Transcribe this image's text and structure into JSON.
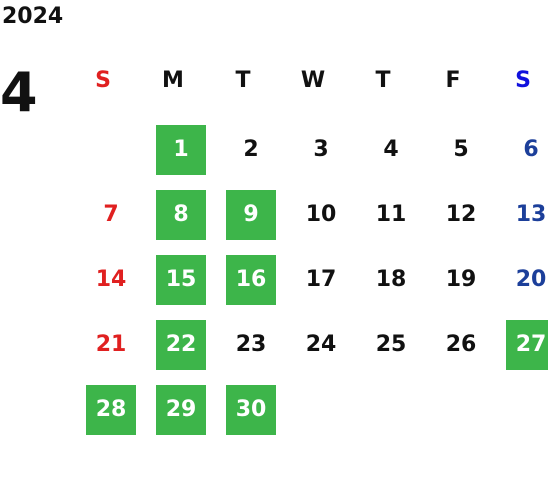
{
  "calendar": {
    "year": "2024",
    "month": "4",
    "weekdays": [
      "S",
      "M",
      "T",
      "W",
      "T",
      "F",
      "S"
    ],
    "colors": {
      "highlight": "#3db54a",
      "sunday": "#e02020",
      "saturday": "#1c3f9a",
      "saturday_header": "#1111dd",
      "text": "#111111"
    },
    "weeks": [
      [
        {
          "day": ""
        },
        {
          "day": "1",
          "highlight": true
        },
        {
          "day": "2"
        },
        {
          "day": "3"
        },
        {
          "day": "4"
        },
        {
          "day": "5"
        },
        {
          "day": "6"
        }
      ],
      [
        {
          "day": "7"
        },
        {
          "day": "8",
          "highlight": true
        },
        {
          "day": "9",
          "highlight": true
        },
        {
          "day": "10"
        },
        {
          "day": "11"
        },
        {
          "day": "12"
        },
        {
          "day": "13"
        }
      ],
      [
        {
          "day": "14"
        },
        {
          "day": "15",
          "highlight": true
        },
        {
          "day": "16",
          "highlight": true
        },
        {
          "day": "17"
        },
        {
          "day": "18"
        },
        {
          "day": "19"
        },
        {
          "day": "20"
        }
      ],
      [
        {
          "day": "21"
        },
        {
          "day": "22",
          "highlight": true
        },
        {
          "day": "23"
        },
        {
          "day": "24"
        },
        {
          "day": "25"
        },
        {
          "day": "26"
        },
        {
          "day": "27",
          "highlight": true
        }
      ],
      [
        {
          "day": "28",
          "highlight": true
        },
        {
          "day": "29",
          "highlight": true
        },
        {
          "day": "30",
          "highlight": true
        },
        {
          "day": ""
        },
        {
          "day": ""
        },
        {
          "day": ""
        },
        {
          "day": ""
        }
      ]
    ]
  }
}
